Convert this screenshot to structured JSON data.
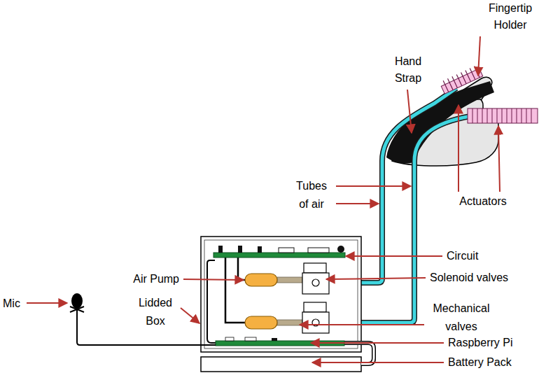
{
  "diagram": {
    "labels": [
      "Fingertip Holder",
      "Hand Strap",
      "Tubes of air",
      "Actuators",
      "Circuit",
      "Solenoid valves",
      "Air Pump",
      "Mechanical valves",
      "Lidded Box",
      "Mic",
      "Raspberry Pi",
      "Battery Pack"
    ]
  }
}
